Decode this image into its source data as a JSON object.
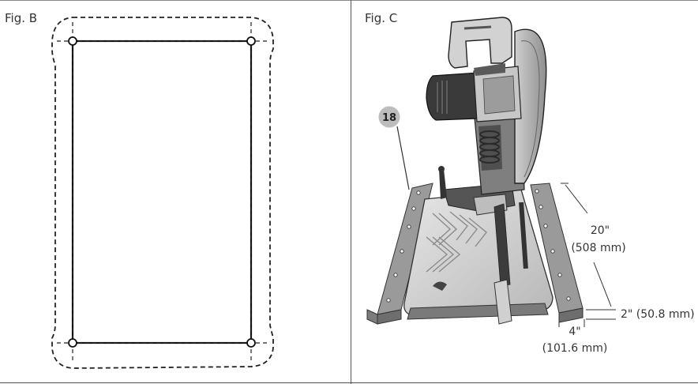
{
  "figures": {
    "b": {
      "label": "Fig. B"
    },
    "c": {
      "label": "Fig. C",
      "callout": "18",
      "dim_length_in": "20\"",
      "dim_length_mm": "(508 mm)",
      "dim_height": "2\" (50.8 mm)",
      "dim_width_in": "4\"",
      "dim_width_mm": "(101.6 mm)"
    }
  },
  "colors": {
    "line": "#111111",
    "dashed": "#222222",
    "saw_light": "#d9d9d9",
    "saw_mid": "#a9a9a9",
    "saw_dark": "#4a4a4a",
    "callout_fill": "#bdbdbd"
  }
}
